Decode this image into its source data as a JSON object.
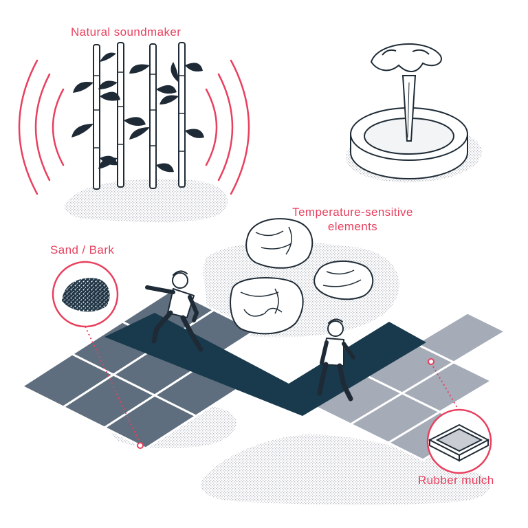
{
  "labels": {
    "soundmaker": "Natural soundmaker",
    "temperature_line1": "Temperature-sensitive",
    "temperature_line2": "elements",
    "sand_bark": "Sand / Bark",
    "rubber_mulch": "Rubber mulch"
  },
  "colors": {
    "accent": "#e8405e",
    "ink": "#1e2b36",
    "path": "#183a4c",
    "tile_dark": "#5f6e7e",
    "tile_light": "#a5abb7",
    "texture": "#c9ccd2"
  },
  "icons": {
    "bamboo": "bamboo-icon",
    "fountain": "fountain-icon",
    "rocks": "rock-icon",
    "children": "child-figure-icon"
  }
}
